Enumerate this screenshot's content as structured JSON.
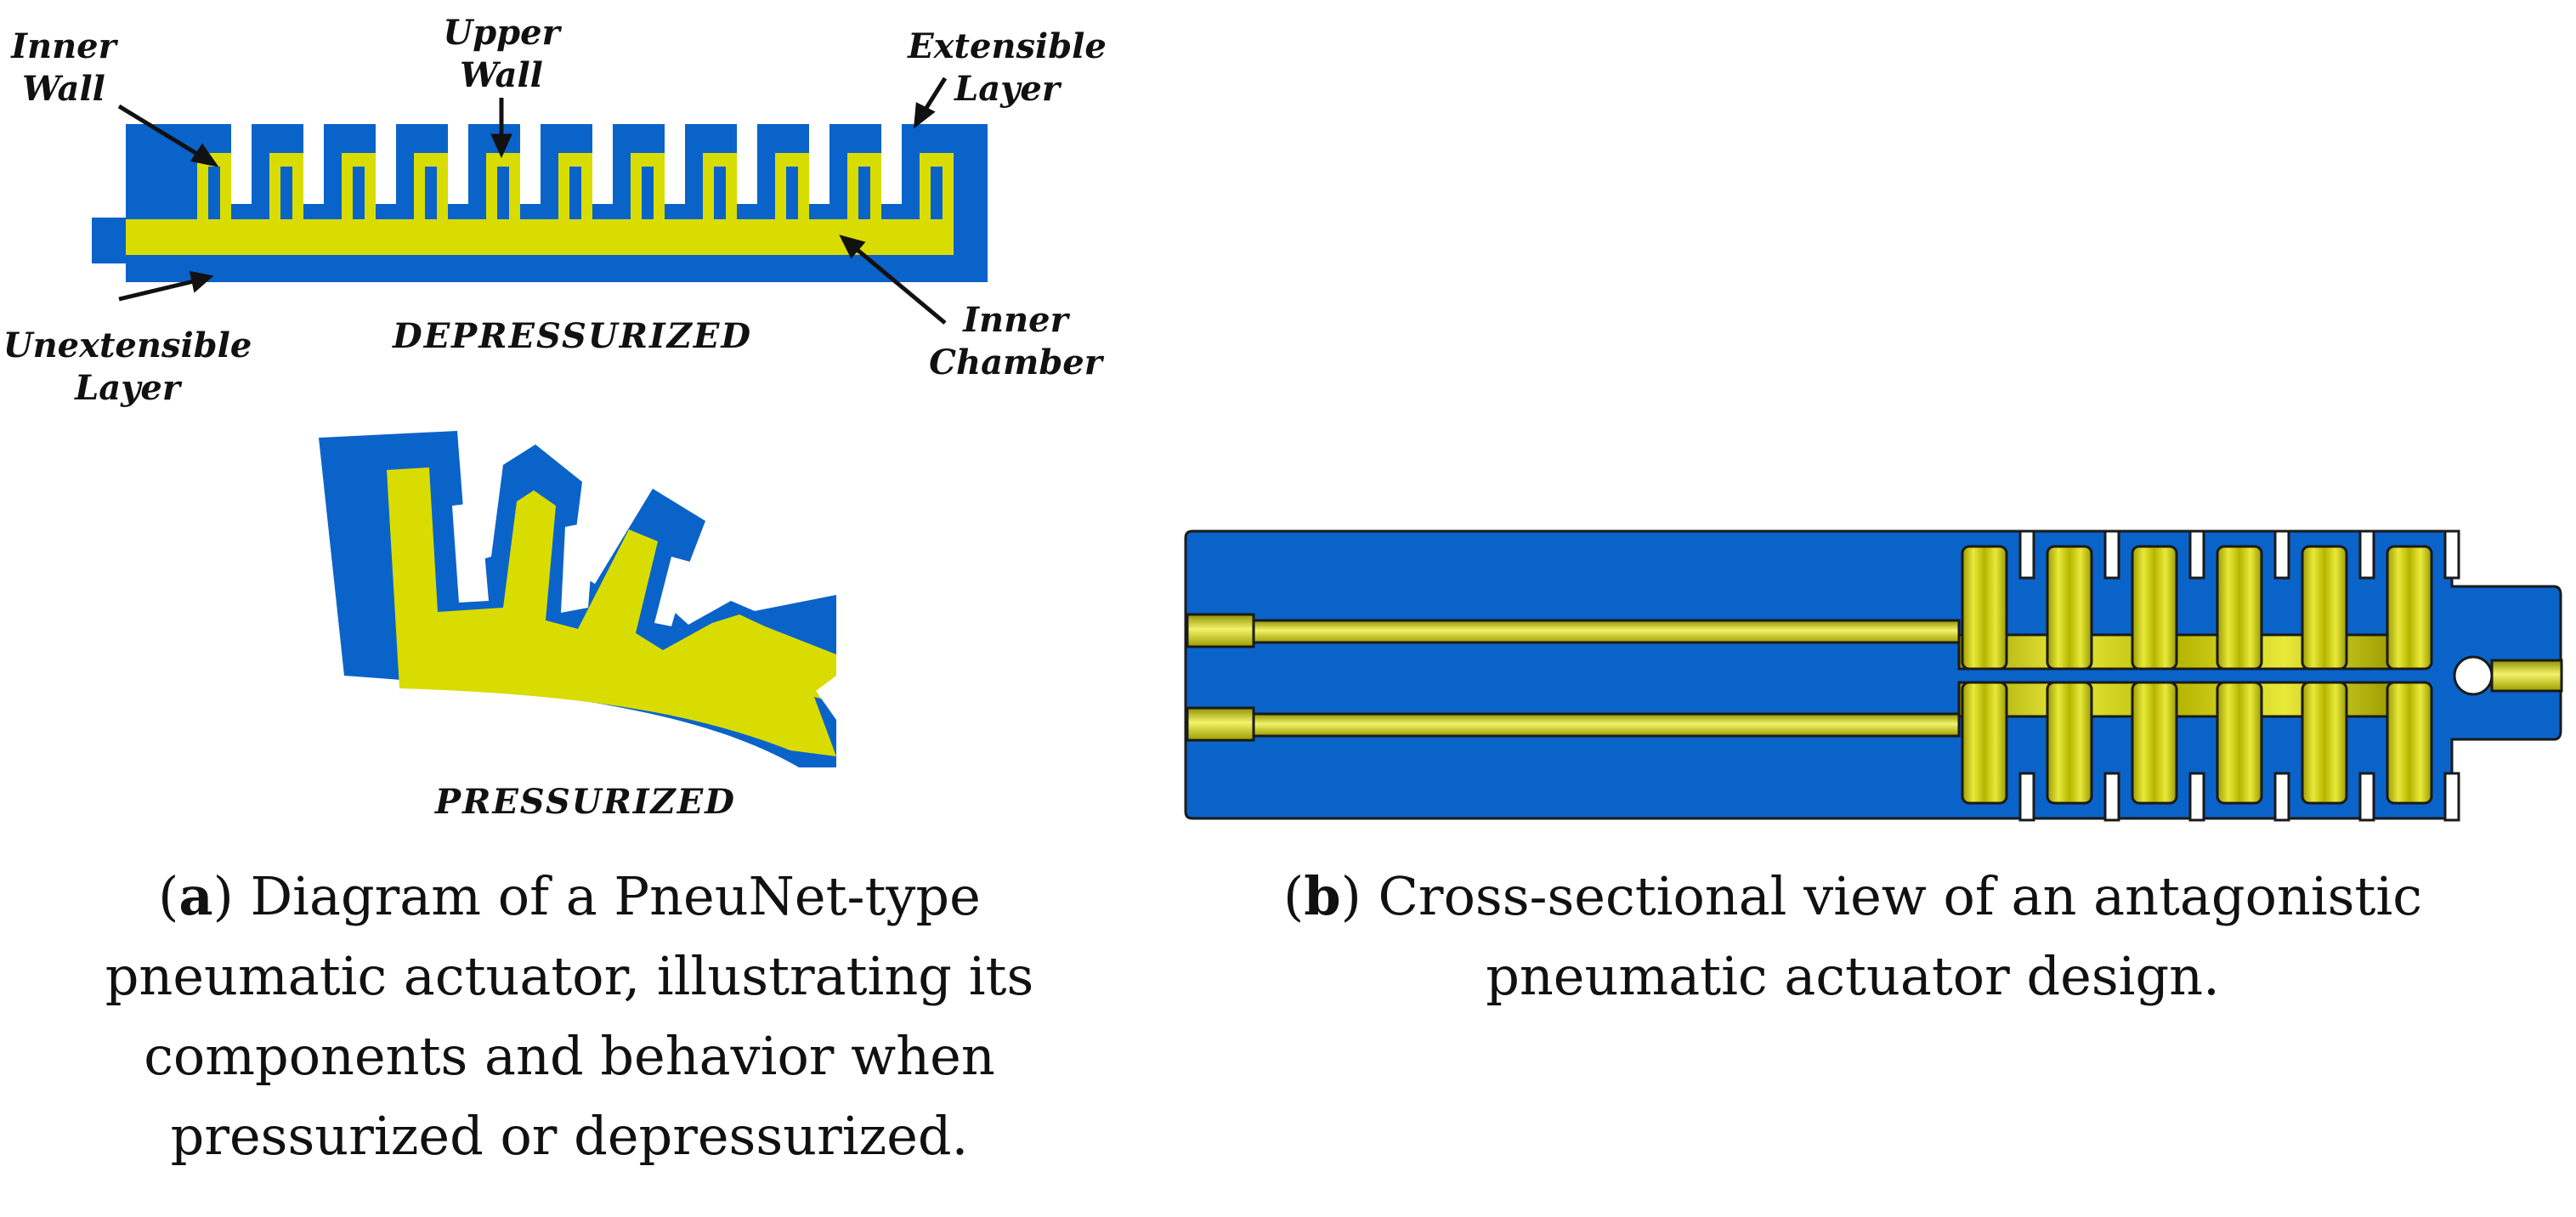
{
  "panel_a": {
    "labels": {
      "inner_wall": [
        "Inner",
        "Wall"
      ],
      "upper_wall": [
        "Upper",
        "Wall"
      ],
      "extensible_layer": [
        "Extensible",
        "Layer"
      ],
      "unextensible_layer": [
        "Unextensible",
        "Layer"
      ],
      "inner_chamber": [
        "Inner",
        "Chamber"
      ]
    },
    "depressurized_label": "DEPRESSURIZED",
    "pressurized_label": "PRESSURIZED",
    "caption_tag": "a",
    "caption_text": ") Diagram of a PneuNet-type pneumatic actuator, illustrating its components and behavior when pressurized or depressurized."
  },
  "panel_b": {
    "caption_tag": "b",
    "caption_text": ") Cross-sectional view of an antagonistic pneumatic actuator design."
  },
  "colors": {
    "elastomer_blue": "#0a63c9",
    "chamber_yellow": "#d9dc00",
    "chamber_yellow_shaded": "#b8b800",
    "outline": "#1a1a1a"
  }
}
